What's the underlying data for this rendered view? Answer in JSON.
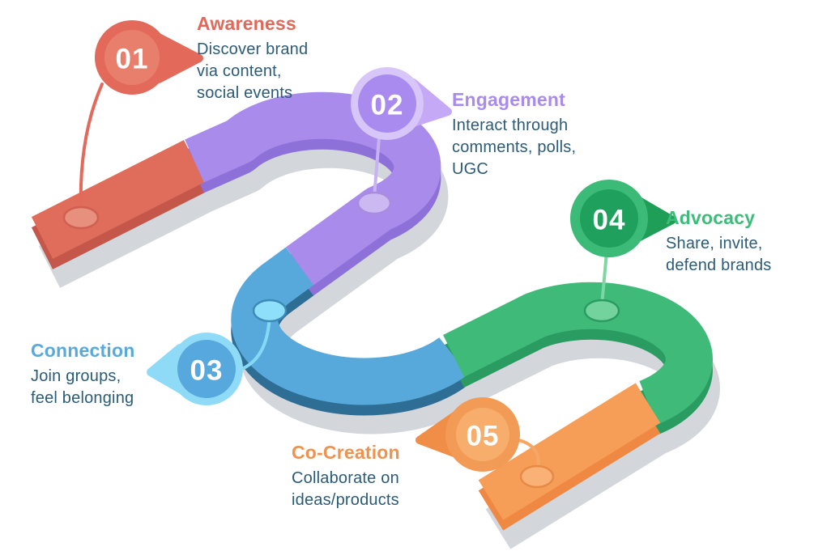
{
  "figure": {
    "type": "customer-journey-infographic",
    "stage_count": 5
  },
  "palette": {
    "background": "#ffffff",
    "shadow": "#d3d6db",
    "text": "#2b5b77"
  },
  "stages": [
    {
      "number": "01",
      "title": "Awareness",
      "description": "Discover brand\nvia content,\nsocial events",
      "colors": {
        "road": "#e06c5b",
        "road_side": "#c4564a",
        "marker_outer": "#e3695a",
        "marker_inner": "#e87f6c",
        "pointer": "#e3695a",
        "line": "#e3695a",
        "pin": "#e8907e",
        "pin_rim": "#cf6051",
        "title": "#e0695a"
      }
    },
    {
      "number": "02",
      "title": "Engagement",
      "description": "Interact through\ncomments, polls,\nUGC",
      "colors": {
        "road": "#a98beb",
        "road_side": "#8d71d8",
        "marker_outer": "#d8c6f8",
        "marker_inner": "#a98bef",
        "pointer": "#c6a9f6",
        "line": "#c9b2f3",
        "pin": "#cdb9f2",
        "pin_rim": "#a98bdf",
        "title": "#a98bee"
      }
    },
    {
      "number": "03",
      "title": "Connection",
      "description": "Join groups,\nfeel belonging",
      "colors": {
        "road": "#58a9db",
        "road_side": "#2e6d94",
        "marker_outer": "#8fdbf7",
        "marker_inner": "#57a9dd",
        "pointer": "#8fdbf7",
        "line": "#86d9f5",
        "pin": "#8ee0fa",
        "pin_rim": "#3d89b8",
        "title": "#58a9dc"
      }
    },
    {
      "number": "04",
      "title": "Advocacy",
      "description": "Share, invite,\ndefend brands",
      "colors": {
        "road": "#3fba78",
        "road_side": "#2b9c61",
        "marker_outer": "#3cba77",
        "marker_inner": "#1fa05c",
        "pointer": "#1f9e58",
        "line": "#7cd7a4",
        "pin": "#72d49c",
        "pin_rim": "#2b9c61",
        "title": "#3dbc7a"
      }
    },
    {
      "number": "05",
      "title": "Co-Creation",
      "description": "Collaborate on\nideas/products",
      "colors": {
        "road": "#f69e58",
        "road_side": "#ee8843",
        "marker_outer": "#f29b56",
        "marker_inner": "#f7ad6b",
        "pointer": "#f08d46",
        "line": "#f5a765",
        "pin": "#f9b176",
        "pin_rim": "#e68a45",
        "title": "#f0924d"
      }
    }
  ]
}
